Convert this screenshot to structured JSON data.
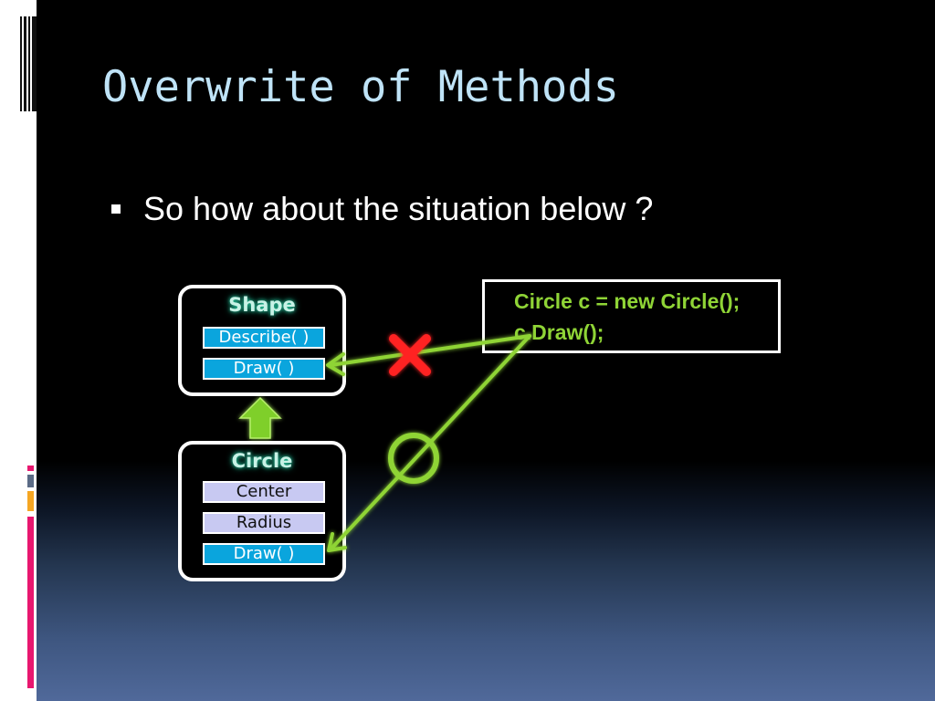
{
  "slide": {
    "title": "Overwrite of Methods",
    "bullet": "So how about the situation below ?"
  },
  "diagram": {
    "shape_class": {
      "name": "Shape",
      "methods": [
        "Describe( )",
        "Draw( )"
      ]
    },
    "circle_class": {
      "name": "Circle",
      "fields": [
        "Center",
        "Radius"
      ],
      "methods": [
        "Draw( )"
      ]
    },
    "code": {
      "lines": [
        "Circle c = new Circle();",
        "c.Draw();"
      ]
    },
    "marks": {
      "invalid_call": "cross-mark-icon",
      "valid_call": "circle-mark-icon",
      "inheritance": "up-arrow-icon"
    },
    "colors": {
      "title": "#bfe3f7",
      "code_text": "#8fd436",
      "arrow": "#8fd436",
      "method_fill": "#0aa5dd",
      "field_fill": "#c8c9f2",
      "cross": "#ff2020",
      "circle_mark": "#8fd436"
    }
  }
}
